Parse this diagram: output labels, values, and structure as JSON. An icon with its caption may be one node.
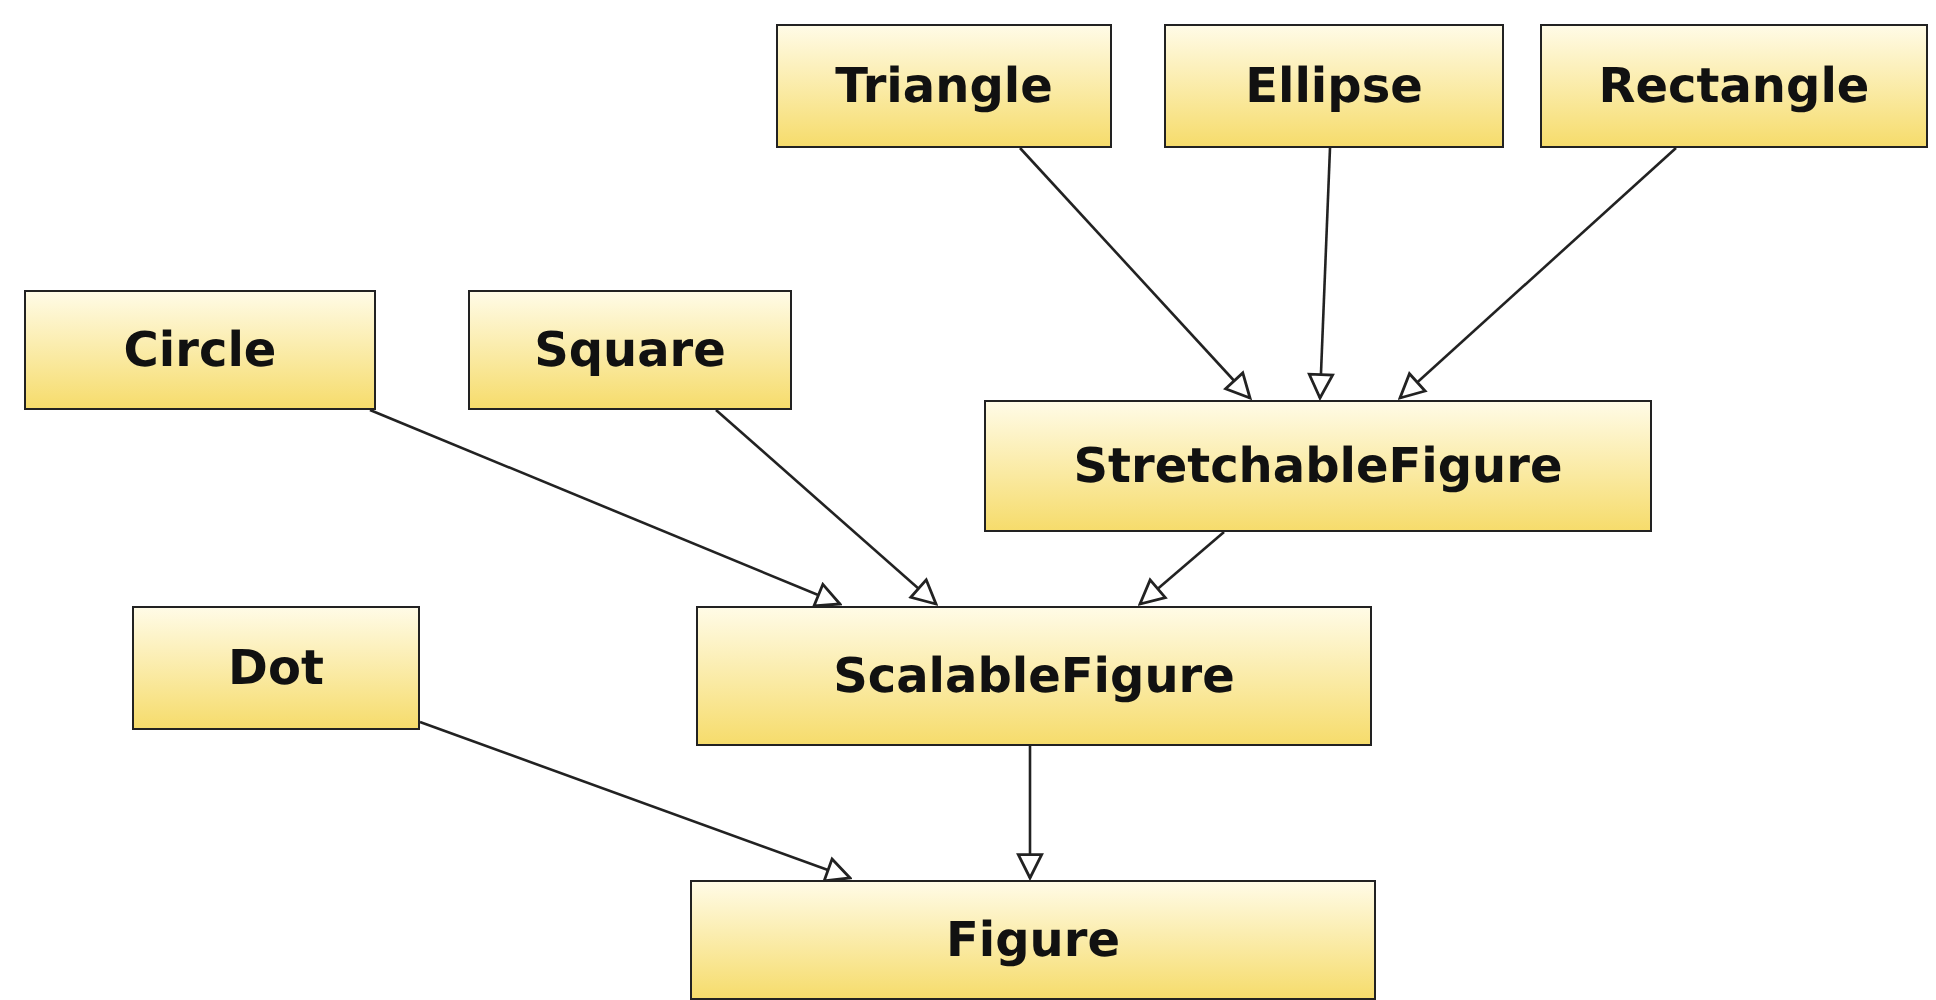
{
  "diagram": {
    "nodes": [
      {
        "text": [
          "Triangle"
        ]
      },
      {
        "text": [
          "Ellipse"
        ]
      },
      {
        "text": [
          "Rectangle"
        ]
      },
      {
        "text": [
          "Circle"
        ]
      },
      {
        "text": [
          "Square"
        ]
      },
      {
        "text": [
          "StretchableFigure"
        ]
      },
      {
        "text": [
          "Dot"
        ]
      },
      {
        "text": [
          "ScalableFigure"
        ]
      },
      {
        "text": [
          "Figure"
        ]
      }
    ],
    "edges": [
      {
        "from": 0,
        "to": 5,
        "arrow": "to"
      },
      {
        "from": 1,
        "to": 5,
        "arrow": "to"
      },
      {
        "from": 2,
        "to": 5,
        "arrow": "to"
      },
      {
        "from": 3,
        "to": 7,
        "arrow": "to"
      },
      {
        "from": 4,
        "to": 7,
        "arrow": "to"
      },
      {
        "from": 5,
        "to": 7,
        "arrow": "to"
      },
      {
        "from": 6,
        "to": 8,
        "arrow": "to"
      },
      {
        "from": 7,
        "to": 8,
        "arrow": "to"
      }
    ]
  }
}
